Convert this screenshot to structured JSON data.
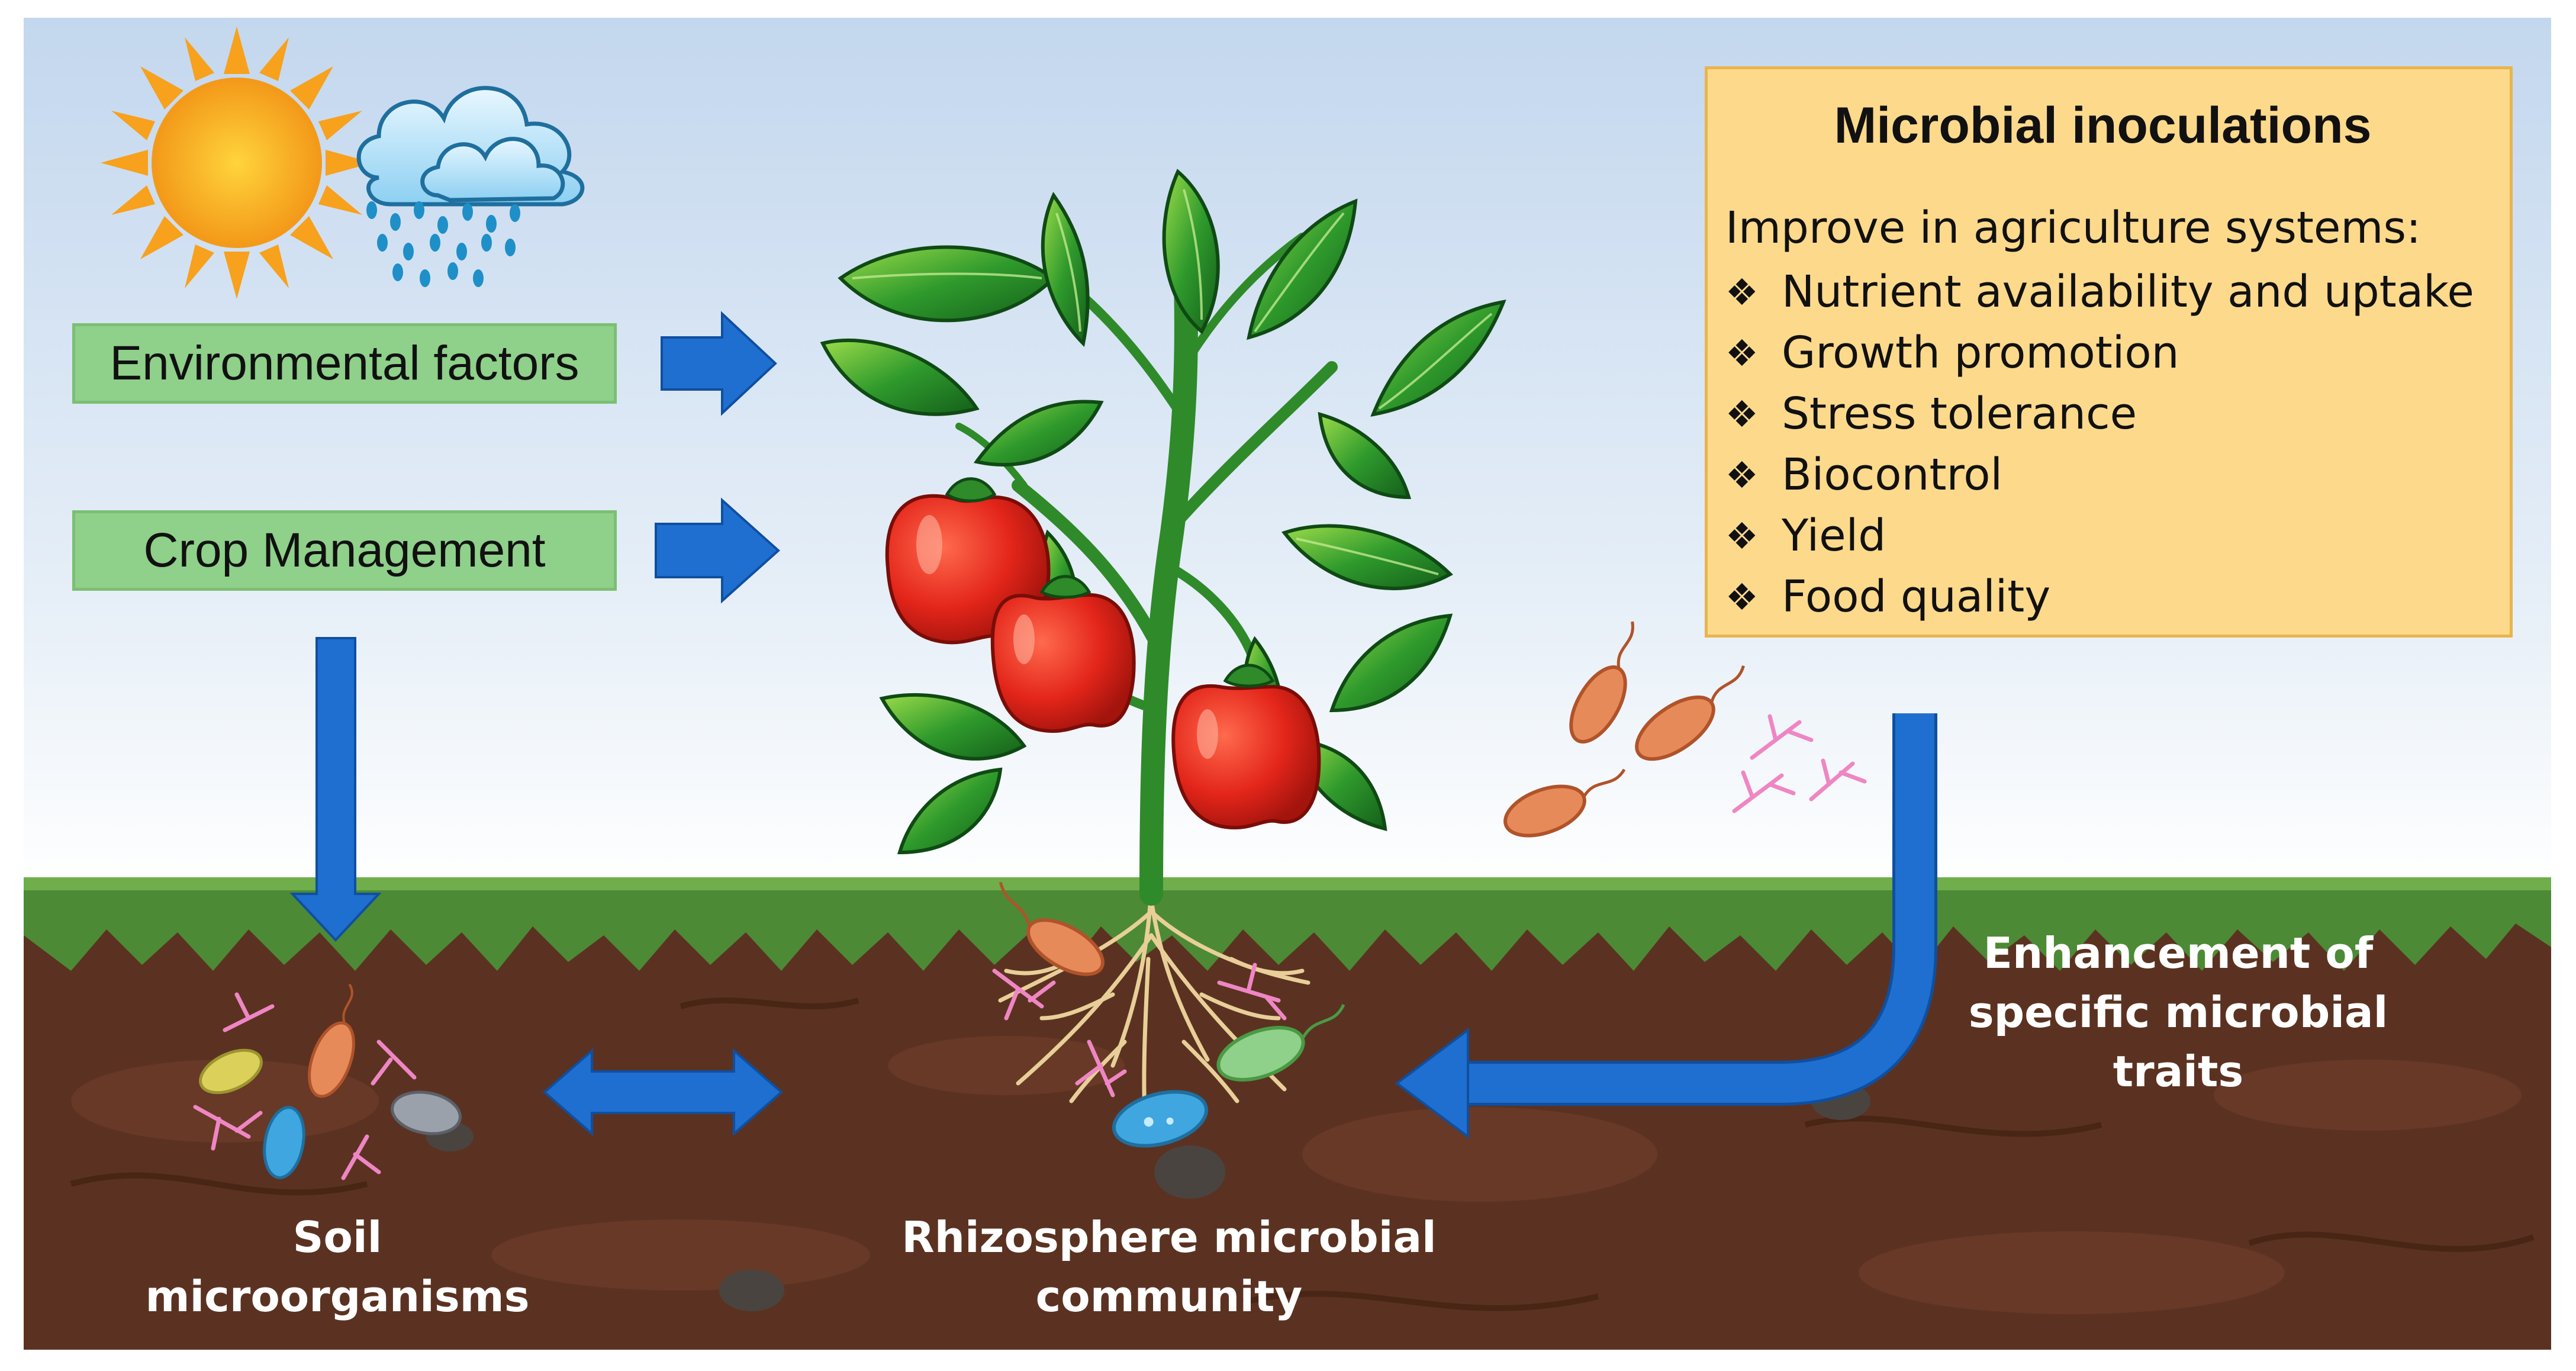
{
  "environmental_label": "Environmental factors",
  "crop_label": "Crop Management",
  "inoculations": {
    "title": "Microbial inoculations",
    "subtitle": "Improve in agriculture systems:",
    "bullet_symbol": "❖",
    "items": [
      "Nutrient availability and uptake",
      "Growth promotion",
      "Stress tolerance",
      "Biocontrol",
      "Yield",
      "Food quality"
    ]
  },
  "soil_caption": "Soil microorganisms",
  "rhizosphere_caption_line1": "Rhizosphere microbial",
  "rhizosphere_caption_line2": "community",
  "enhancement_line1": "Enhancement of",
  "enhancement_line2": "specific microbial",
  "enhancement_line3": "traits",
  "icons": [
    "sun-icon",
    "rain-cloud-icon",
    "pepper-plant-icon",
    "bacteria-icon",
    "fungal-hyphae-icon",
    "arrow-icon"
  ],
  "colors": {
    "sky_top": "#c9dcf0",
    "sky_bottom": "#ffffff",
    "grass": "#4c8a35",
    "soil": "#5b3221",
    "arrow": "#1f6fd0",
    "green_box": "#8fd08a",
    "orange_box": "#fdd98c",
    "pepper": "#e4281c",
    "leaf": "#2e8b2a"
  }
}
